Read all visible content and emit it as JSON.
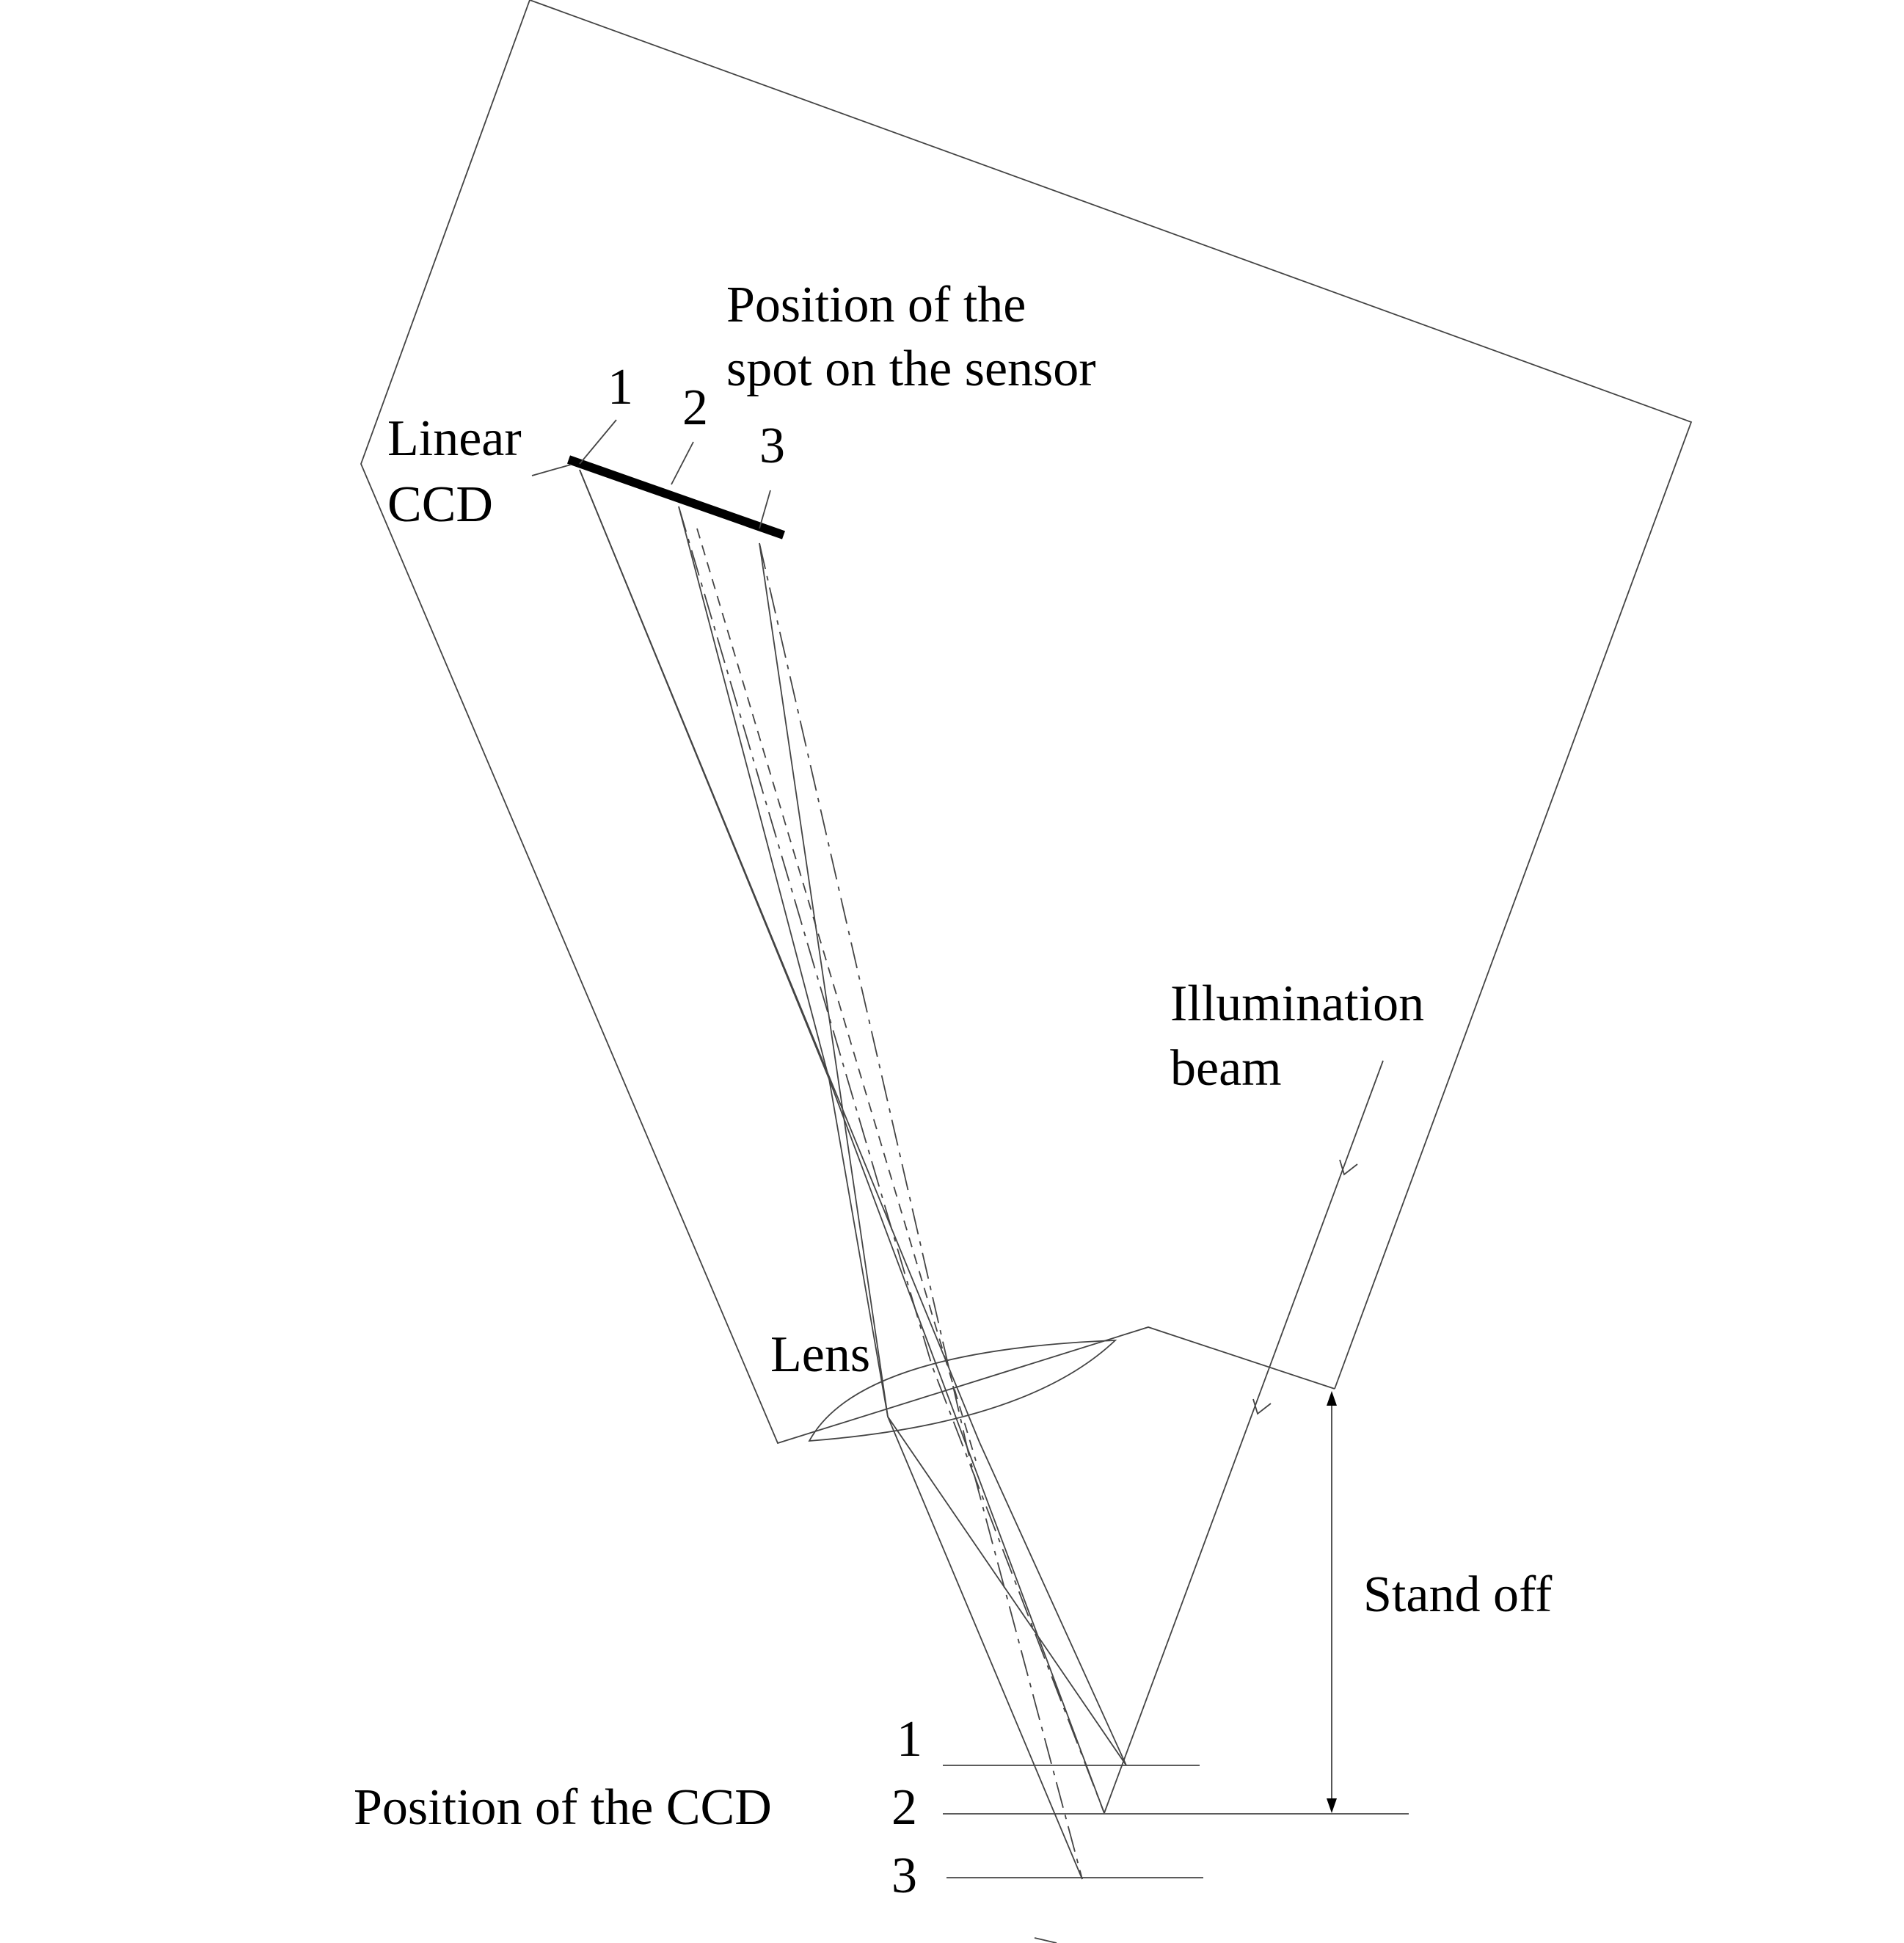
{
  "labels": {
    "sensor_position": [
      "Position of the",
      "spot on the sensor"
    ],
    "linear_ccd": [
      "Linear",
      "CCD"
    ],
    "illumination_beam": [
      "Illumination",
      "beam"
    ],
    "lens": "Lens",
    "stand_off": "Stand off",
    "ccd_position": "Position of the CCD",
    "sensor_numbers": [
      "1",
      "2",
      "3"
    ],
    "target_numbers": [
      "1",
      "2",
      "3"
    ]
  }
}
